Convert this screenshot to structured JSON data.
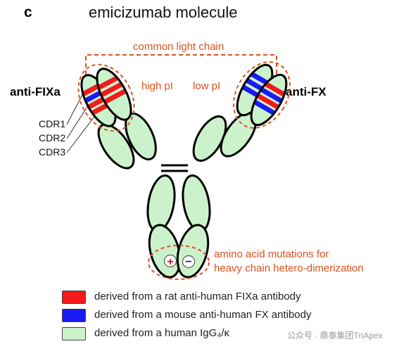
{
  "panel_letter": "c",
  "title": "emicizumab molecule",
  "labels": {
    "common_light_chain": "common light chain",
    "high_pi": "high pI",
    "low_pi": "low pI",
    "anti_fixa": "anti-FIXa",
    "anti_fx": "anti-FX",
    "cdr1": "CDR1",
    "cdr2": "CDR2",
    "cdr3": "CDR3",
    "plus_sign": "+",
    "minus_sign": "−",
    "mutations_line1": "amino acid mutations for",
    "mutations_line2": "heavy chain hetero-dimerization"
  },
  "legend": [
    {
      "color": "#f21a1a",
      "text": "derived from a rat anti-human FIXa antibody"
    },
    {
      "color": "#1a1af2",
      "text": "derived from a mouse anti-human FX antibody"
    },
    {
      "color": "#ccf2cc",
      "text": "derived from a human IgG₄/κ"
    }
  ],
  "watermark": "公众号 · 鼎泰集团TriApex",
  "colors": {
    "domain_fill": "#ccf2cc",
    "outline": "#000000",
    "annotation_orange": "#d9531f",
    "rat_red": "#f21a1a",
    "mouse_blue": "#1a1af2"
  }
}
